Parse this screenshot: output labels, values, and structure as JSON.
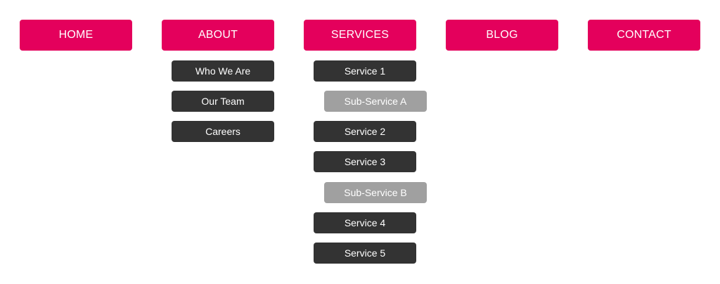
{
  "colors": {
    "primary": "#E4005C",
    "submenu": "#333333",
    "subsubmenu": "#A0A0A0",
    "text": "#FFFFFF"
  },
  "nav": {
    "home": "HOME",
    "about": "ABOUT",
    "services": "SERVICES",
    "blog": "BLOG",
    "contact": "CONTACT"
  },
  "about_menu": {
    "who_we_are": "Who We Are",
    "our_team": "Our Team",
    "careers": "Careers"
  },
  "services_menu": {
    "service_1": "Service 1",
    "sub_service_a": "Sub-Service A",
    "service_2": "Service 2",
    "service_3": "Service 3",
    "sub_service_b": "Sub-Service B",
    "service_4": "Service 4",
    "service_5": "Service 5"
  }
}
